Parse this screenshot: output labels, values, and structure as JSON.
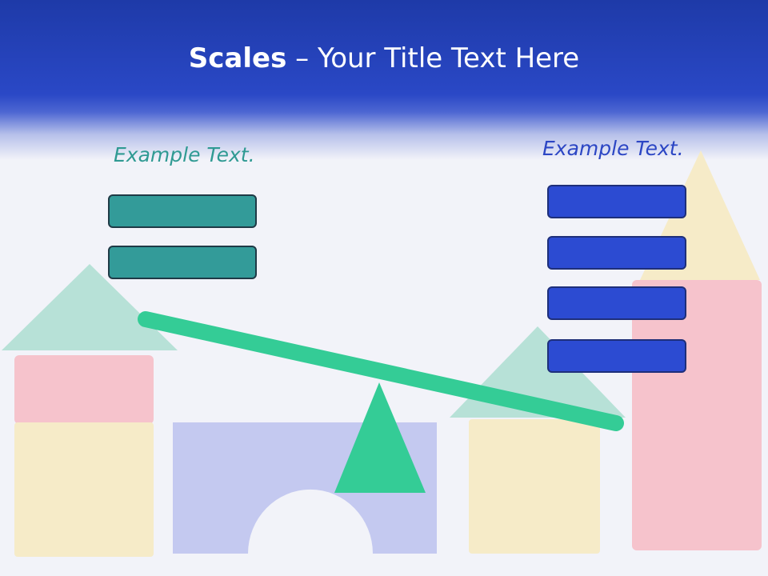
{
  "slide": {
    "title_bold": "Scales",
    "title_rest": " – Your Title Text Here"
  },
  "left_panel": {
    "label": "Example Text.",
    "label_color": "#2f9a93",
    "bar_color": "#339b99",
    "bar_count": 2
  },
  "right_panel": {
    "label": "Example Text.",
    "label_color": "#2c46c4",
    "bar_color": "#2c4bd2",
    "bar_count": 4
  },
  "scale": {
    "color": "#34cc96"
  },
  "colors": {
    "header_blue": "#2a48c6",
    "background": "#f2f3f9",
    "block_green": "#b7e1d7",
    "block_red": "#f6c3cc",
    "block_yellow": "#f6ebc8",
    "block_blue": "#c4c9f0"
  }
}
